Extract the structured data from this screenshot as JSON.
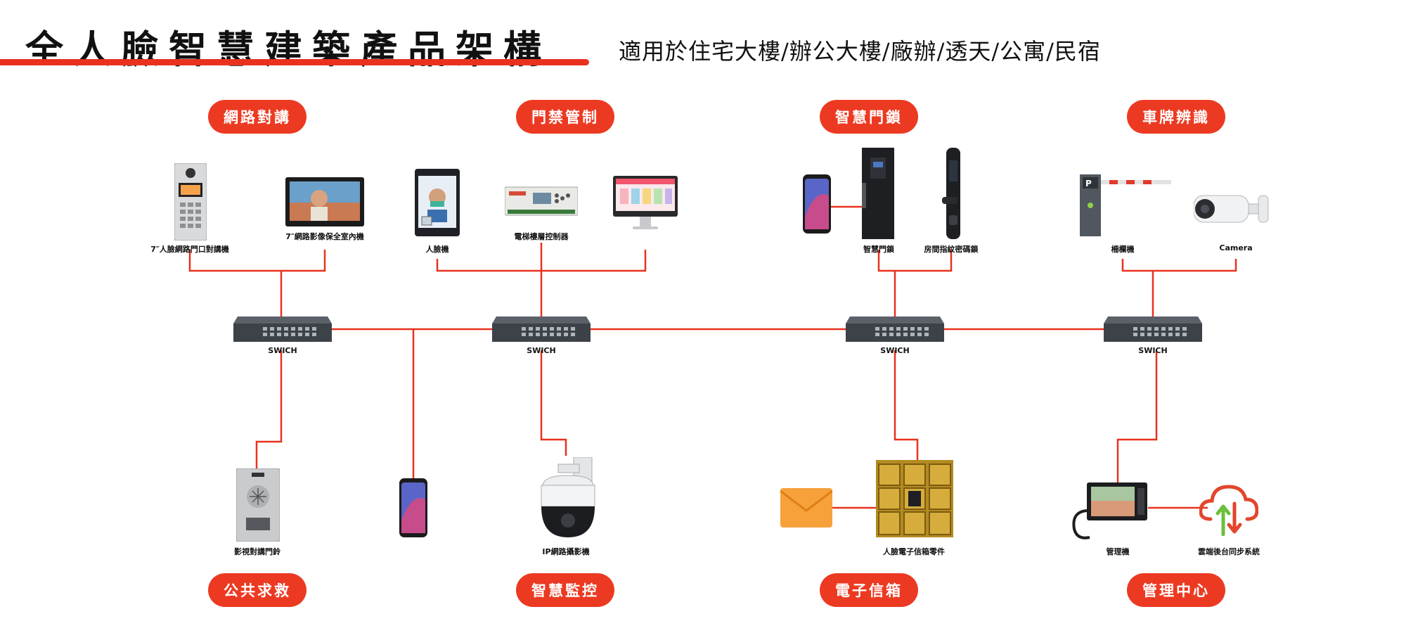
{
  "header": {
    "title": "全人臉智慧建築產品架構",
    "subtitle": "適用於住宅大樓/辦公大樓/廠辦/透天/公寓/民宿"
  },
  "categories": {
    "top": [
      "網路對講",
      "門禁管制",
      "智慧門鎖",
      "車牌辨識"
    ],
    "bottom": [
      "公共求救",
      "智慧監控",
      "電子信箱",
      "管理中心"
    ]
  },
  "devices": {
    "outdoor_station": "7″人臉網路門口對講機",
    "indoor_monitor": "7″網路影像保全室內機",
    "face_terminal": "人臉機",
    "elevator_controller": "電梯樓層控制器",
    "smart_lock": "智慧門鎖",
    "room_lock": "房間指紋密碼鎖",
    "barrier_gate": "柵欄機",
    "camera": "Camera",
    "emergency_intercom": "影視對講門鈴",
    "ip_camera": "IP網路攝影機",
    "e_mailbox": "人臉電子信箱零件",
    "management_station": "管理機",
    "cloud_sync": "雲端後台同步系統"
  },
  "switch_label": "SWICH",
  "colors": {
    "accent": "#ec3a22",
    "line": "#e8321e"
  }
}
